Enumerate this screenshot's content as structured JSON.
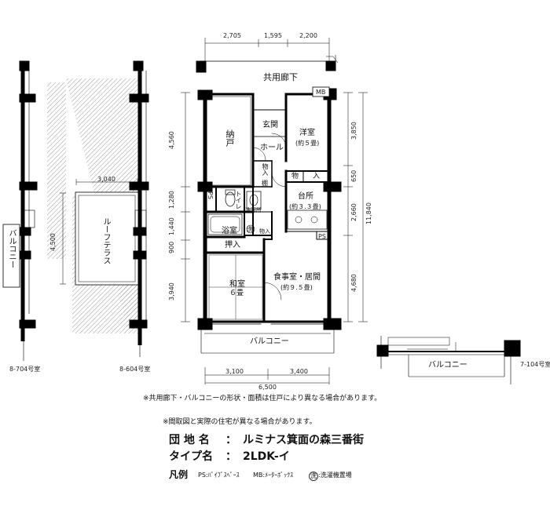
{
  "rooms": {
    "corridor": "共用廊下",
    "mb": "MB",
    "entrance": "玄関",
    "hall": "ホール",
    "western_room": "洋室",
    "western_room_size": "(約５畳)",
    "storage_main": "納戸",
    "storage_small_a": "物",
    "storage_small_b": "入",
    "storage_hall": "物入",
    "storage_hall_b": "棚",
    "ps": "PS",
    "toilet": "トイレ",
    "washroom": "洗面所",
    "washer_mark": "洗",
    "storage_wash": "物入",
    "kitchen": "台所",
    "kitchen_size": "(約３.３畳)",
    "bath": "浴室",
    "closet": "押入",
    "japanese_room": "和室",
    "japanese_room_size": "６畳",
    "ldk": "食事室・居間",
    "ldk_size": "(約９.５畳)",
    "ps2": "PS",
    "balcony": "バルコニー",
    "roof_terrace": "ルーフテラス",
    "side_balcony": "バルコニー",
    "right_balcony": "バルコニー"
  },
  "units": {
    "left_a": "8-704号室",
    "left_b": "8-604号室",
    "right": "7-104号室"
  },
  "dimensions": {
    "top": [
      "2,705",
      "1,595",
      "2,200"
    ],
    "bottom": [
      "3,100",
      "3,400"
    ],
    "bottom_total": "6,500",
    "left": [
      "4,560",
      "1,280",
      "1,440",
      "900",
      "3,940"
    ],
    "right": [
      "3,850",
      "650",
      "2,660",
      "4,680"
    ],
    "right_total": "11,840",
    "terrace_w": "3,040",
    "terrace_h": "4,500"
  },
  "notes": {
    "note1": "※共用廊下・バルコニーの形状・面積は住戸により異なる場合があります。",
    "note2": "※間取図と実際の住宅が異なる場合があります。"
  },
  "info": {
    "complex_label": "団 地 名",
    "complex_sep": "：",
    "complex_value": "ルミナス箕面の森三番街",
    "type_label": "タイプ名",
    "type_sep": "：",
    "type_value": "2LDK-イ"
  },
  "legend": {
    "title": "凡例",
    "ps": "PS:ﾊﾟｲﾌﾟｽﾍﾟｰｽ",
    "mb": "MB:ﾒｰﾀｰﾎﾞｯｸｽ",
    "wash_mark": "洗",
    "wash": ":洗濯機置場"
  }
}
